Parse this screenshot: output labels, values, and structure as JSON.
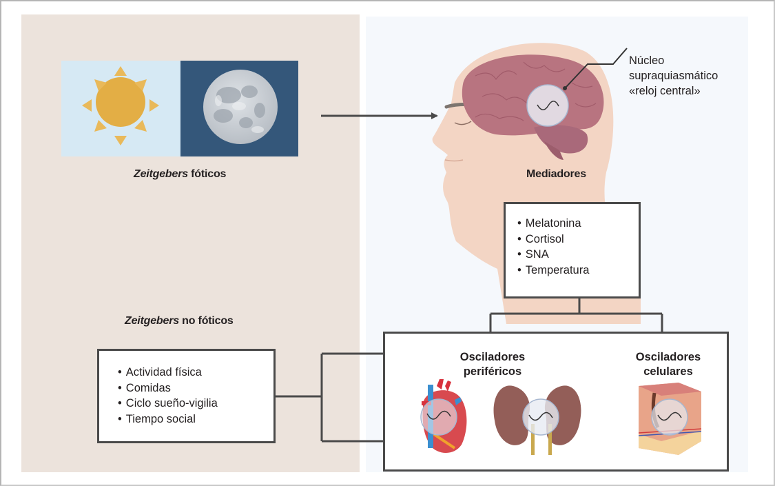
{
  "figure": {
    "photic_zeitgebers": {
      "term": "Zeitgebers",
      "suffix": " fóticos",
      "icons": [
        "sun-icon",
        "moon-icon"
      ]
    },
    "non_photic_zeitgebers": {
      "term": "Zeitgebers",
      "suffix": " no fóticos",
      "items": [
        "Actividad física",
        "Comidas",
        "Ciclo sueño-vigilia",
        "Tiempo social"
      ]
    },
    "scn_callout": {
      "lines": [
        "Núcleo",
        "supraquiasmático",
        "«reloj central»"
      ]
    },
    "mediators": {
      "title": "Mediadores",
      "items": [
        "Melatonina",
        "Cortisol",
        "SNA",
        "Temperatura"
      ]
    },
    "peripheral_oscillators": {
      "lines": [
        "Osciladores",
        "periféricos"
      ],
      "organs": [
        "heart-icon",
        "kidneys-icon"
      ]
    },
    "cellular_oscillators": {
      "lines": [
        "Osciladores",
        "celulares"
      ],
      "organs": [
        "skin-tissue-icon"
      ]
    },
    "colors": {
      "left_panel": "#ece3dc",
      "right_panel": "#f5f8fc",
      "sky": "#d6e9f4",
      "night": "#34577a",
      "sun": "#e3ae45",
      "brain": "#b87480",
      "skin": "#f3d5c4",
      "lines": "#4a4a4a"
    }
  }
}
